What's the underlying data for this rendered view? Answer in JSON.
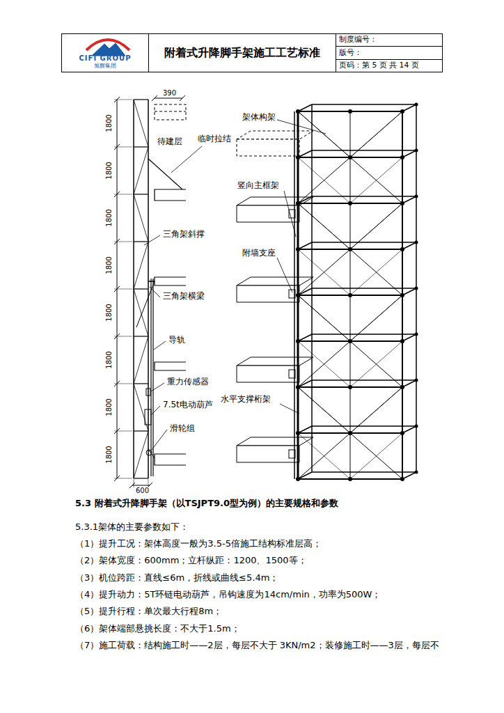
{
  "diagram": {
    "nodes": [
      {
        "text": [
          "CIFI GROUP",
          "旭辉集团"
        ]
      },
      {
        "text": [
          "附着式升降脚手架施工工艺标准"
        ]
      },
      {
        "text": [
          "制度编号：",
          "版号：",
          "页码：第 5 页 共 14 页"
        ]
      }
    ],
    "labels": [
      "390",
      "1800",
      "1800",
      "1800",
      "1800",
      "1800",
      "1800",
      "1800",
      "1800",
      "待建层",
      "临时拉结",
      "三角架斜撑",
      "三角架横梁",
      "导轨",
      "重力传感器",
      "7.5t电动葫芦",
      "滑轮组",
      "600",
      "架体构架",
      "竖向主框架",
      "附墙支座",
      "水平支撑桁架",
      "5.3 附着式升降脚手架（以TSJPT9.0型为例）的主要规格和参数",
      "5.3.1架体的主要参数如下：",
      "（1）提升工况：架体高度一般为3.5-5倍施工结构标准层高；",
      "（2）架体宽度：600mm；立杆纵距：1200、1500等；",
      "（3）机位跨距：直线≤6m，折线或曲线≤5.4m；",
      "（4）提升动力：5T环链电动葫芦，吊钩速度为14cm/min，功率为500W；",
      "（5）提升行程：单次最大行程8m；",
      "（6）架体端部悬挑长度：不大于1.5m；",
      "（7）施工荷载：结构施工时——2层，每层不大于 3KN/m2；装修施工时——3层，每层不"
    ]
  }
}
